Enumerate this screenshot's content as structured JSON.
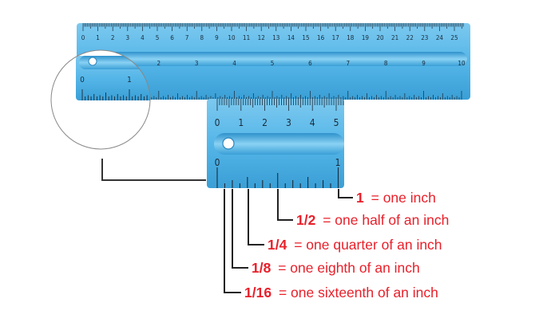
{
  "ruler_large": {
    "cm_labels": [
      "0",
      "1",
      "2",
      "3",
      "4",
      "5",
      "6",
      "7",
      "8",
      "9",
      "10",
      "11",
      "12",
      "13",
      "14",
      "15",
      "16",
      "17",
      "18",
      "19",
      "20",
      "21",
      "22",
      "23",
      "24",
      "25"
    ],
    "inch_labels": [
      "0",
      "1",
      "2",
      "3",
      "4",
      "5",
      "6",
      "7",
      "8",
      "9",
      "10"
    ]
  },
  "magnifier": {
    "inch_labels": [
      "0",
      "1"
    ]
  },
  "ruler_zoom": {
    "cm_labels": [
      "0",
      "1",
      "2",
      "3",
      "4",
      "5"
    ],
    "inch_labels": [
      "0",
      "1"
    ]
  },
  "legend": [
    {
      "fraction": "1",
      "description": "= one inch"
    },
    {
      "fraction": "1/2",
      "description": "= one half of an inch"
    },
    {
      "fraction": "1/4",
      "description": "= one quarter of an inch"
    },
    {
      "fraction": "1/8",
      "description": "= one eighth of an inch"
    },
    {
      "fraction": "1/16",
      "description": "= one sixteenth of an inch"
    }
  ],
  "colors": {
    "ruler_body": "#4fb3e6",
    "ruler_light": "#8fd3f4",
    "label_red": "#e8202a",
    "leader_line": "#222222"
  }
}
